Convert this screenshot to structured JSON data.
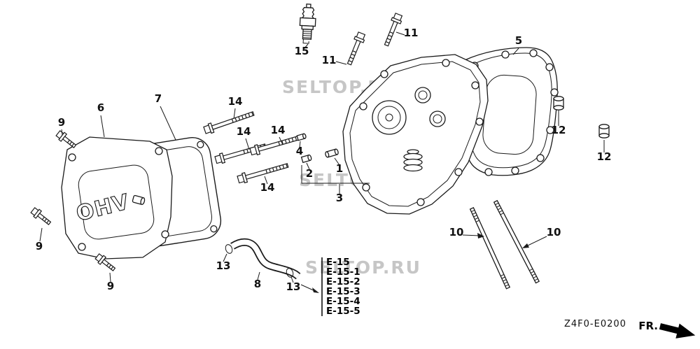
{
  "callouts": {
    "c1": "1",
    "c2": "2",
    "c3": "3",
    "c4": "4",
    "c5": "5",
    "c6": "6",
    "c7": "7",
    "c8": "8",
    "c9": "9",
    "c10": "10",
    "c11": "11",
    "c12": "12",
    "c13": "13",
    "c14": "14",
    "c15": "15"
  },
  "cover_marking": "OHV",
  "reference_list": {
    "items": [
      "E-15",
      "E-15-1",
      "E-15-2",
      "E-15-3",
      "E-15-4",
      "E-15-5"
    ]
  },
  "diagram_code": "Z4F0-E0200",
  "direction_label": "FR.",
  "watermark": "SELTOP.RU",
  "colors": {
    "line": "#1a1a1a",
    "watermark": "#b9b9b9",
    "background": "#ffffff",
    "direction_arrow": "#000000"
  }
}
